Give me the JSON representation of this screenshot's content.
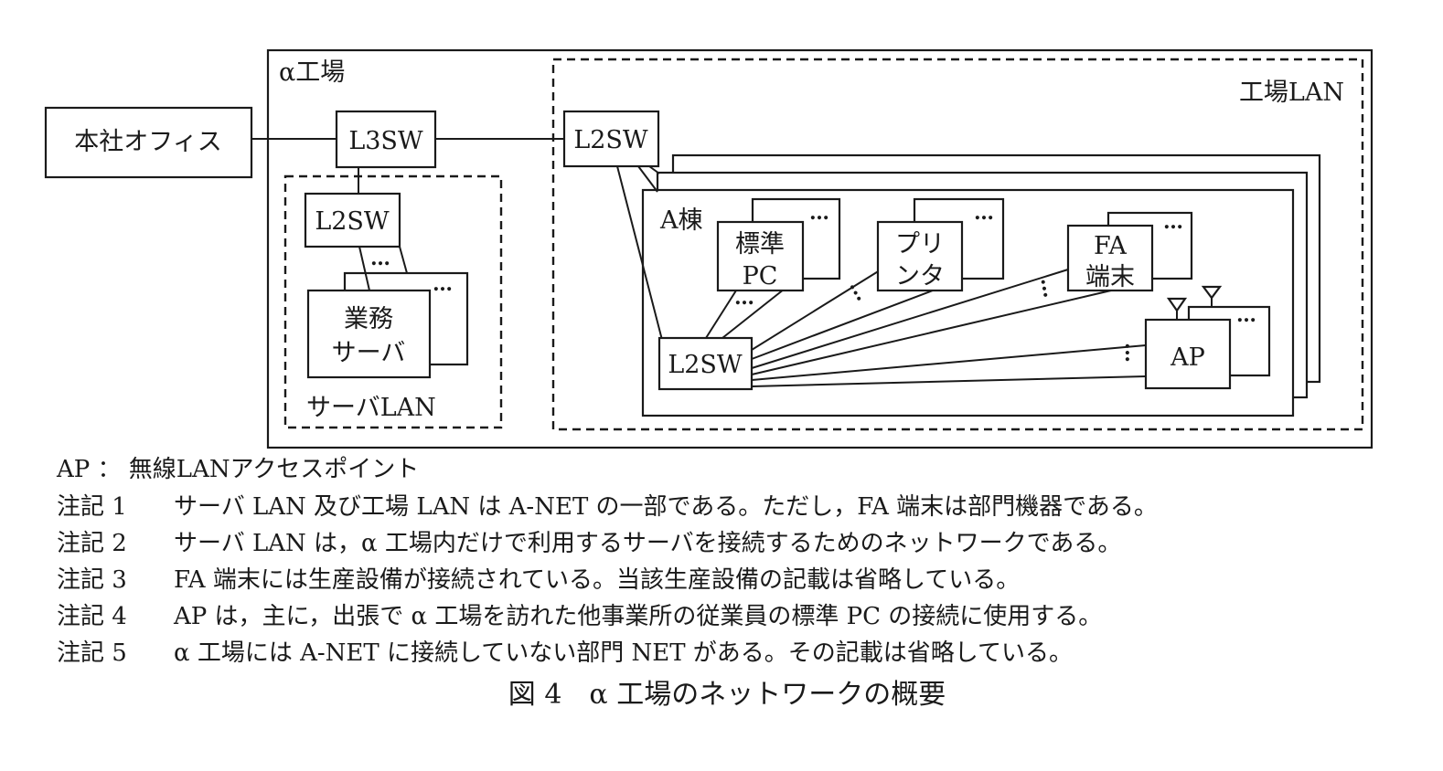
{
  "diagram": {
    "factory_label": "α工場",
    "hq_office": "本社オフィス",
    "l3sw": "L3SW",
    "server_l2sw": "L2SW",
    "business_server_line1": "業務",
    "business_server_line2": "サーバ",
    "server_lan_label": "サーバLAN",
    "factory_lan_label": "工場LAN",
    "factory_l2sw": "L2SW",
    "building_label": "A棟",
    "std_pc_line1": "標準",
    "std_pc_line2": "PC",
    "printer_line1": "プリ",
    "printer_line2": "ンタ",
    "fa_line1": "FA",
    "fa_line2": "端末",
    "ap": "AP",
    "building_l2sw": "L2SW",
    "ellipsis": "…"
  },
  "legend": "AP ： 無線LANアクセスポイント",
  "notes": [
    {
      "label": "注記 1",
      "text": "サーバ LAN 及び工場 LAN は A-NET の一部である。ただし，FA 端末は部門機器である。"
    },
    {
      "label": "注記 2",
      "text": "サーバ LAN は，α 工場内だけで利用するサーバを接続するためのネットワークである。"
    },
    {
      "label": "注記 3",
      "text": "FA 端末には生産設備が接続されている。当該生産設備の記載は省略している。"
    },
    {
      "label": "注記 4",
      "text": "AP は，主に，出張で α 工場を訪れた他事業所の従業員の標準 PC の接続に使用する。"
    },
    {
      "label": "注記 5",
      "text": "α 工場には A-NET に接続していない部門 NET がある。その記載は省略している。"
    }
  ],
  "caption": "図 4　α 工場のネットワークの概要"
}
